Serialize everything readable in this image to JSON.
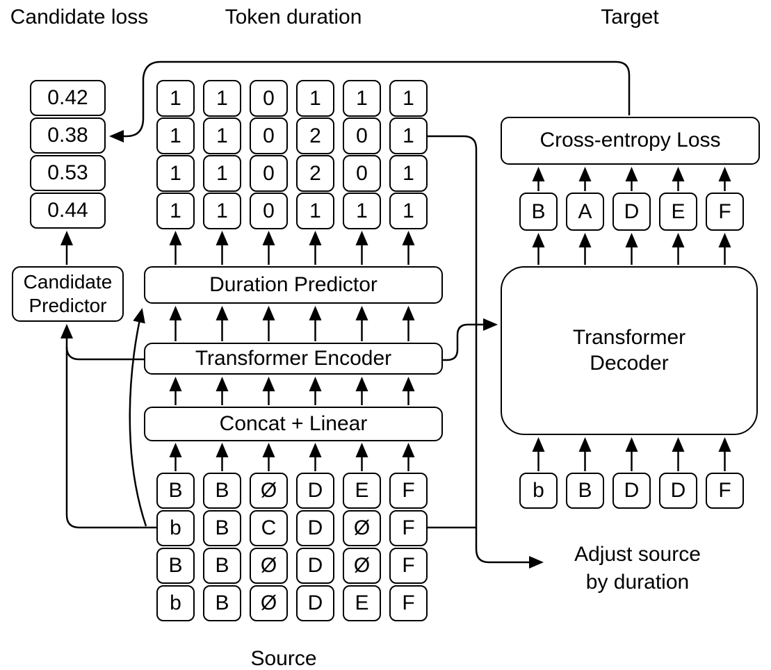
{
  "title_labels": {
    "candidate_loss": "Candidate loss",
    "token_duration": "Token duration",
    "target": "Target",
    "source": "Source"
  },
  "annotation": {
    "adjust_line1": "Adjust source",
    "adjust_line2": "by duration"
  },
  "blocks": {
    "candidate_predictor": {
      "line1": "Candidate",
      "line2": "Predictor"
    },
    "duration_predictor": "Duration Predictor",
    "transformer_encoder": "Transformer Encoder",
    "concat_linear": "Concat + Linear",
    "cross_entropy_loss": "Cross-entropy Loss",
    "transformer_decoder": {
      "line1": "Transformer",
      "line2": "Decoder"
    }
  },
  "candidate_losses": [
    "0.42",
    "0.38",
    "0.53",
    "0.44"
  ],
  "token_duration_grid": {
    "rows": [
      [
        "1",
        "1",
        "0",
        "1",
        "1",
        "1"
      ],
      [
        "1",
        "1",
        "0",
        "2",
        "0",
        "1"
      ],
      [
        "1",
        "1",
        "0",
        "2",
        "0",
        "1"
      ],
      [
        "1",
        "1",
        "0",
        "1",
        "1",
        "1"
      ]
    ]
  },
  "source_grid": {
    "rows": [
      [
        "B",
        "B",
        "Ø",
        "D",
        "E",
        "F"
      ],
      [
        "b",
        "B",
        "C",
        "D",
        "Ø",
        "F"
      ],
      [
        "B",
        "B",
        "Ø",
        "D",
        "Ø",
        "F"
      ],
      [
        "b",
        "B",
        "Ø",
        "D",
        "E",
        "F"
      ]
    ]
  },
  "target_tokens": [
    "B",
    "A",
    "D",
    "E",
    "F"
  ],
  "decoder_input_tokens": [
    "b",
    "B",
    "D",
    "D",
    "F"
  ],
  "colors": {
    "line": "#000000",
    "box_fill": "#ffffff",
    "background": "#ffffff",
    "text": "#000000"
  }
}
